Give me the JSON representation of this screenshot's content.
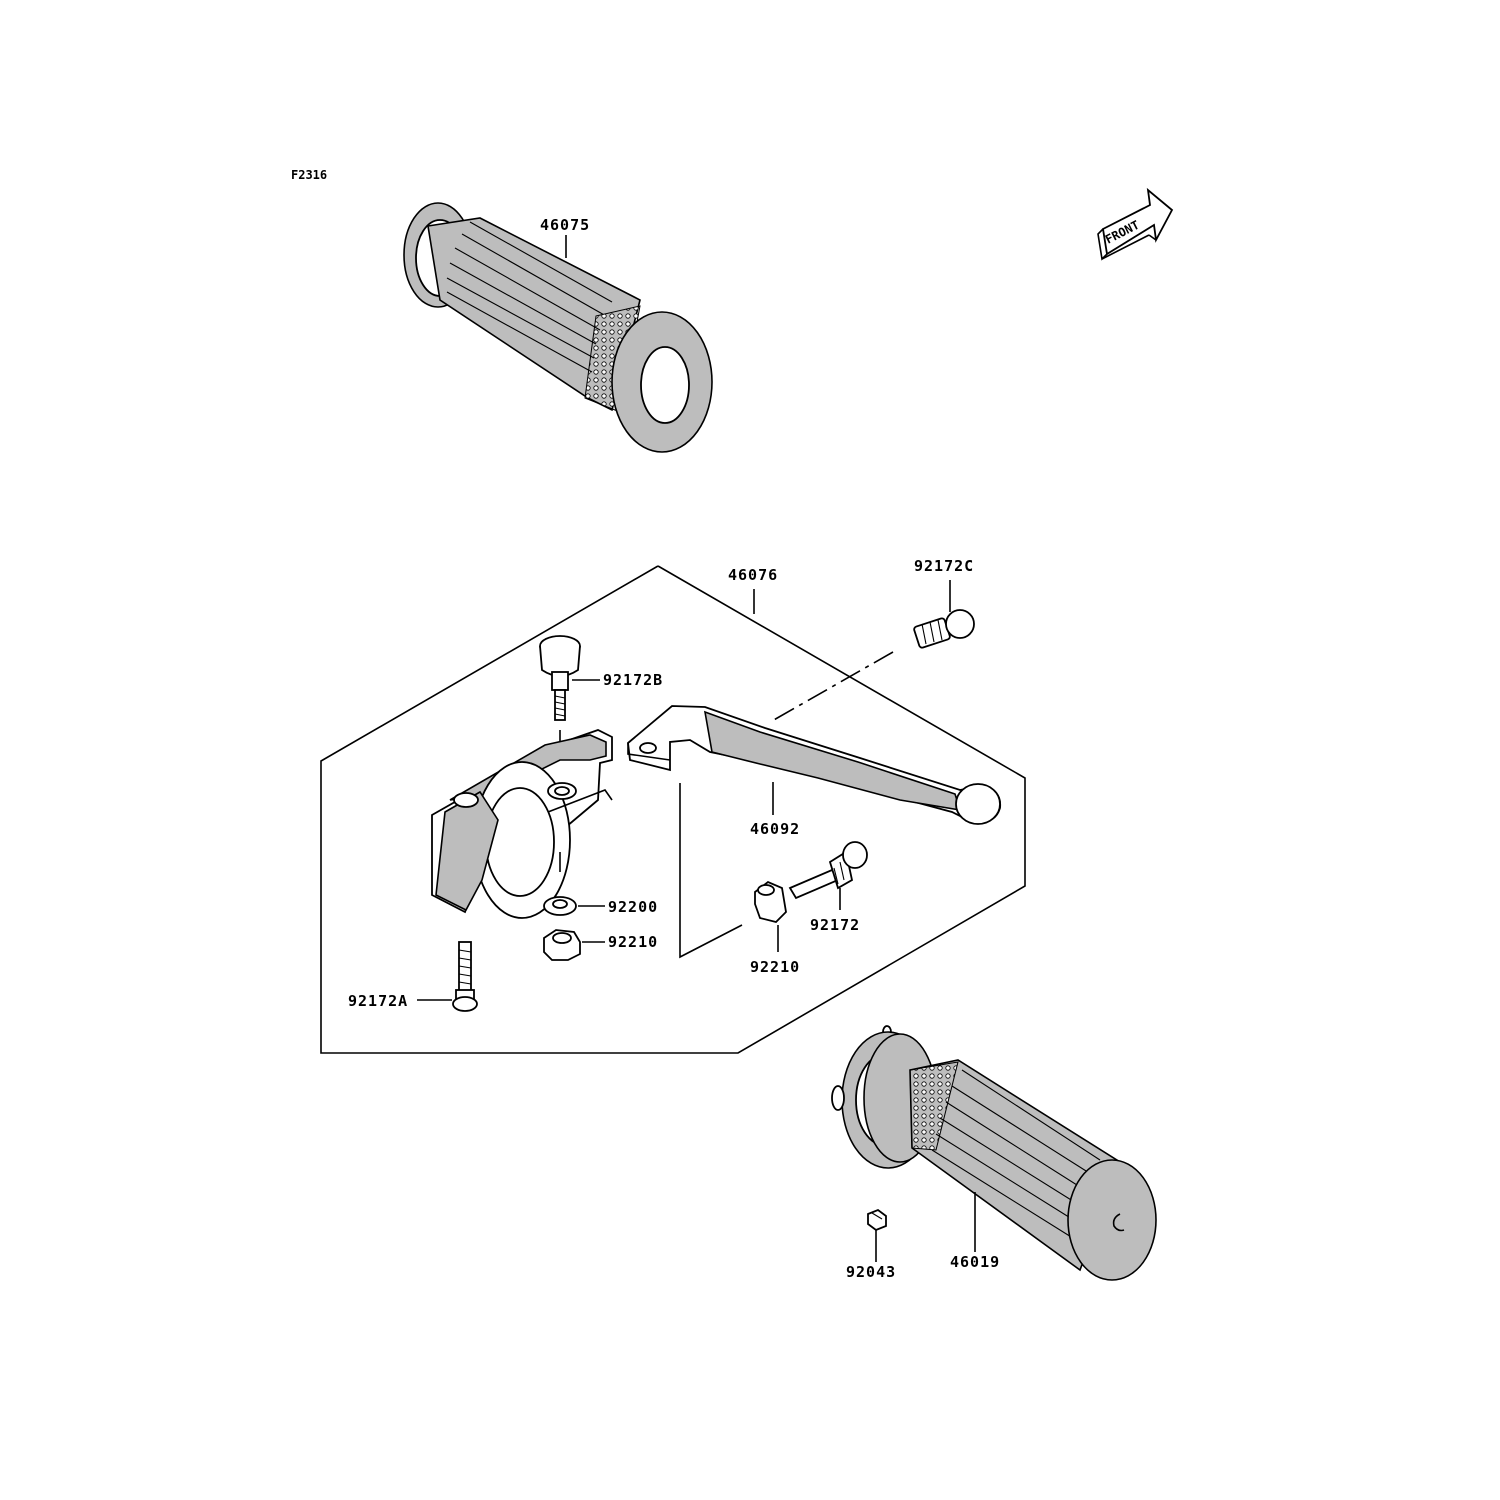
{
  "diagram": {
    "code": "F2316",
    "front_label": "FRONT",
    "parts": [
      {
        "key": "grip_left",
        "number": "46075"
      },
      {
        "key": "lever_assy",
        "number": "46076"
      },
      {
        "key": "bolt_c",
        "number": "92172C"
      },
      {
        "key": "bolt_b",
        "number": "92172B"
      },
      {
        "key": "lever",
        "number": "46092"
      },
      {
        "key": "washer",
        "number": "92200"
      },
      {
        "key": "nut_left",
        "number": "92210"
      },
      {
        "key": "bolt",
        "number": "92172"
      },
      {
        "key": "nut_right",
        "number": "92210"
      },
      {
        "key": "bolt_a",
        "number": "92172A"
      },
      {
        "key": "cap",
        "number": "92043"
      },
      {
        "key": "grip_right",
        "number": "46019"
      }
    ]
  },
  "colors": {
    "line": "#000000",
    "shade": "#bdbdbd",
    "background": "#ffffff"
  }
}
